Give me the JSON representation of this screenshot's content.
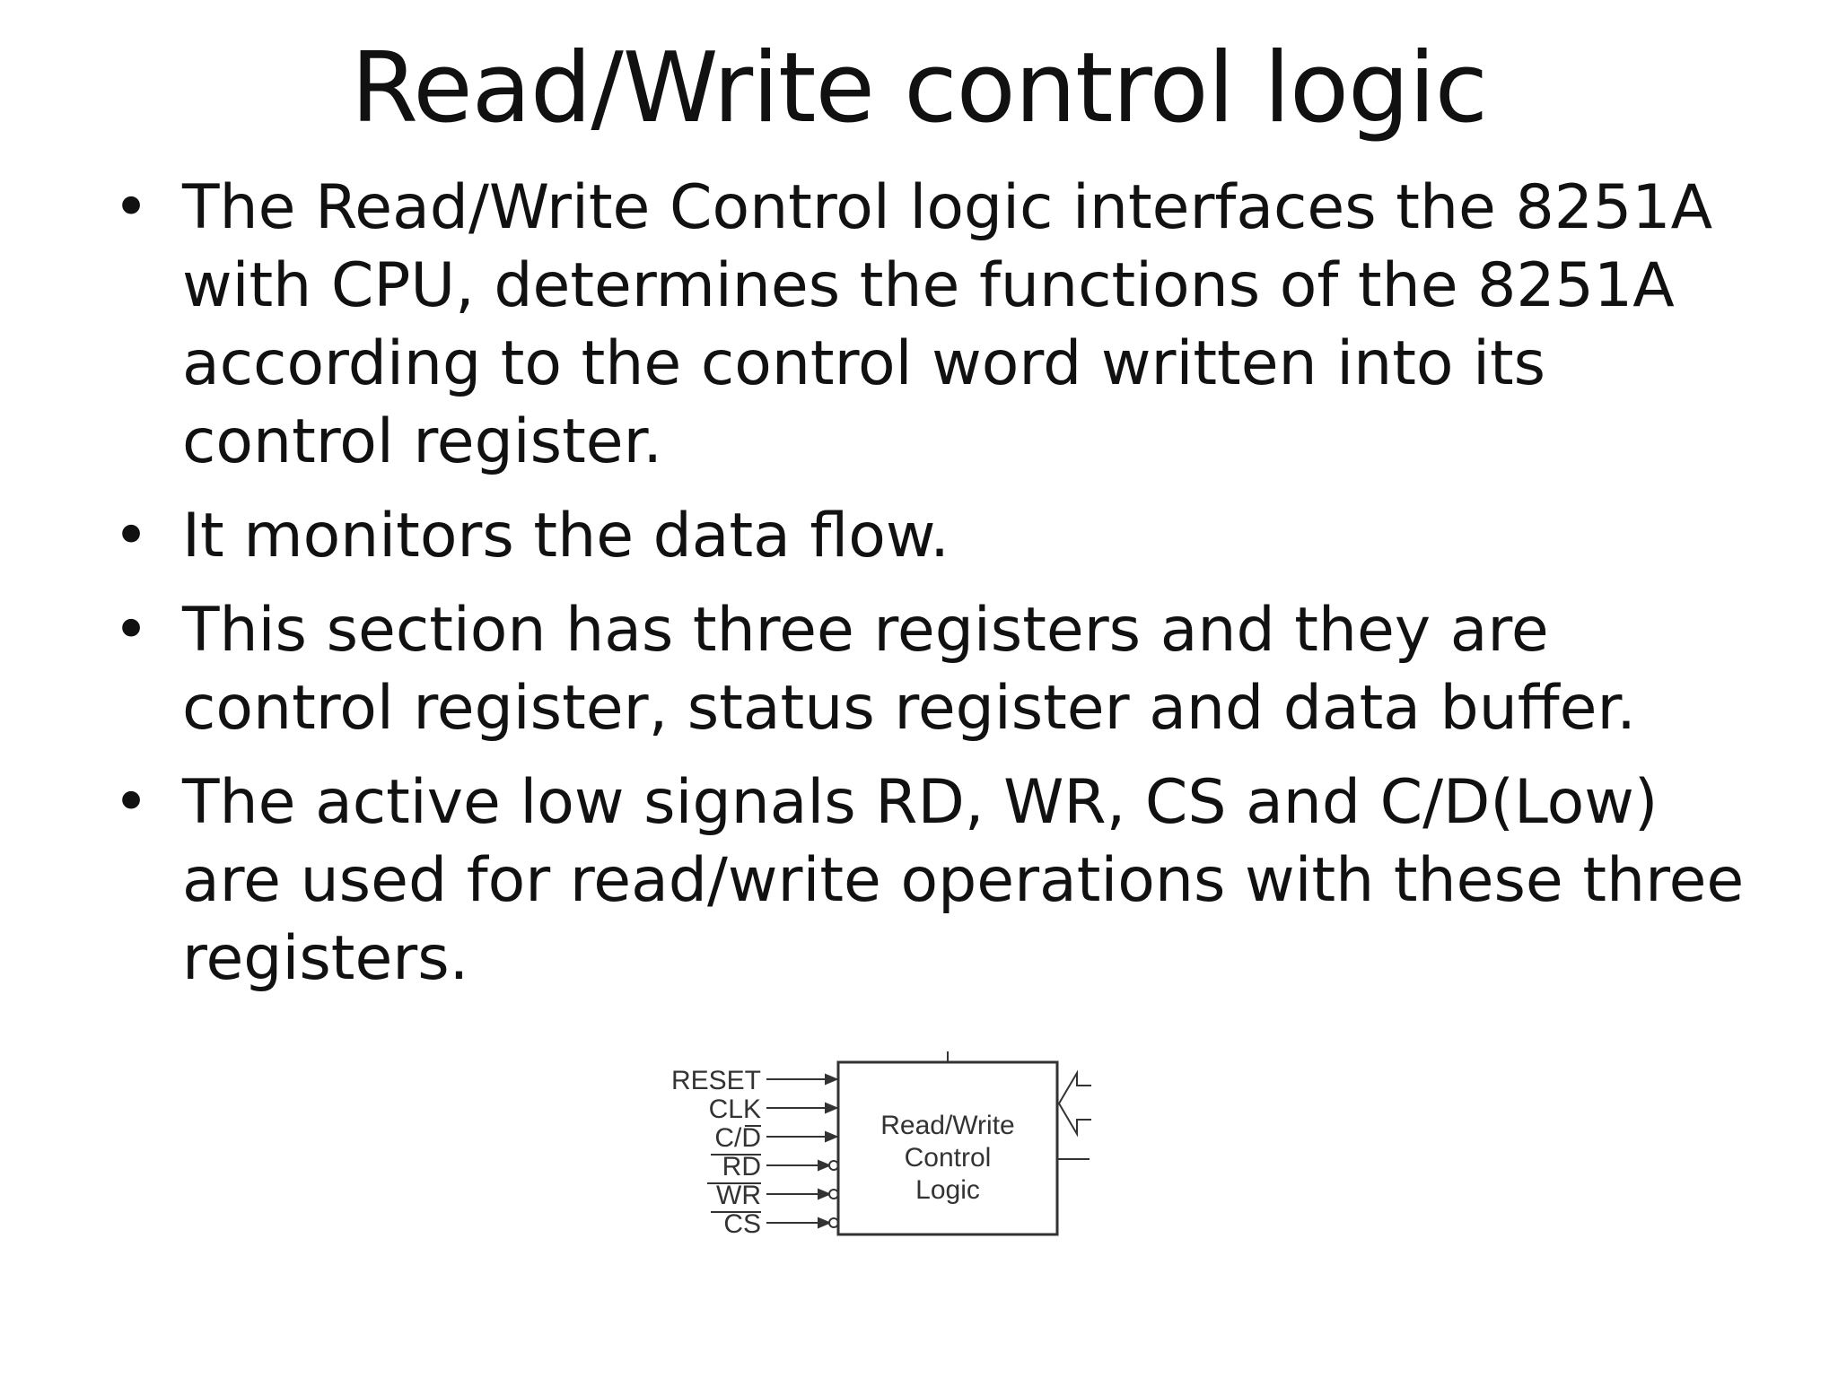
{
  "slide": {
    "title": "Read/Write control logic",
    "bullets": [
      "The Read/Write Control logic interfaces the 8251A with CPU, determines the functions of the 8251A according to the control word written into its control register.",
      "It monitors the data flow.",
      "This section has three registers and they are control register, status register and data buffer.",
      "The active low signals RD, WR, CS and C/D(Low) are used for read/write operations with these three registers."
    ],
    "bullet_glyph": "•"
  },
  "diagram": {
    "signals": [
      "RESET",
      "CLK",
      "C/D",
      "RD",
      "WR",
      "CS"
    ],
    "block_label": [
      "Read/Write",
      "Control",
      "Logic"
    ]
  }
}
